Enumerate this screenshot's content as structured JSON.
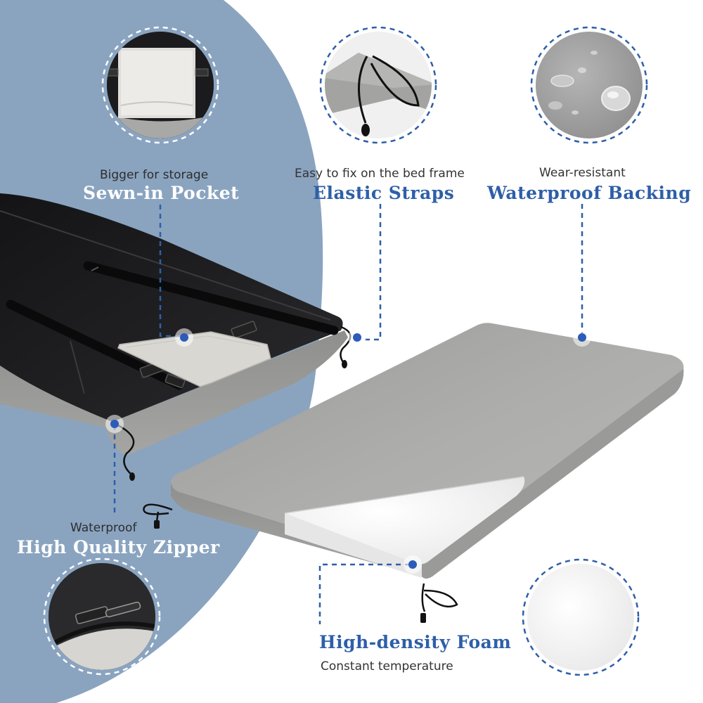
{
  "features": {
    "pocket": {
      "subtitle": "Bigger for storage",
      "title": "Sewn-in Pocket"
    },
    "straps": {
      "subtitle": "Easy to fix on the bed frame",
      "title": "Elastic Straps"
    },
    "backing": {
      "subtitle": "Wear-resistant",
      "title": "Waterproof Backing"
    },
    "zipper": {
      "subtitle": "Waterproof",
      "title": "High Quality Zipper"
    },
    "foam": {
      "title": "High-density Foam",
      "subtitle": "Constant temperature"
    }
  },
  "colors": {
    "background_panel": "#8aa4c0",
    "accent_blue": "#2e5fa8",
    "callout_dot": "#2d5bb8",
    "mattress_gray": "#a9a9a7",
    "mattress_black": "#1c1c1e",
    "foam_white": "#f4f4f4"
  }
}
